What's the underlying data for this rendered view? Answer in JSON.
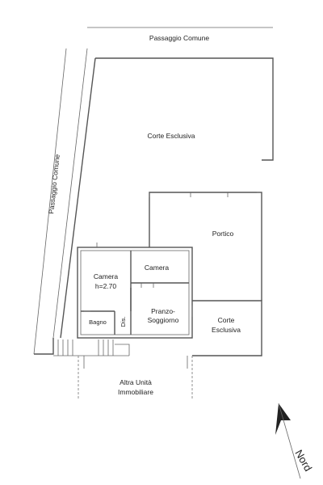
{
  "labels": {
    "passaggio_top": "Passaggio Comune",
    "passaggio_left": "Passaggio Comune",
    "corte_esclusiva": "Corte Esclusiva",
    "portico": "Portico",
    "camera_1": "Camera",
    "camera_1_height": "h=2.70",
    "camera_2": "Camera",
    "bagno": "Bagno",
    "dis": "Dis.",
    "pranzo_1": "Pranzo-",
    "pranzo_2": "Soggiorno",
    "corte_2_line1": "Corte",
    "corte_2_line2": "Esclusiva",
    "altra_1": "Altra Unità",
    "altra_2": "Immobiliare",
    "north": "Nord"
  }
}
